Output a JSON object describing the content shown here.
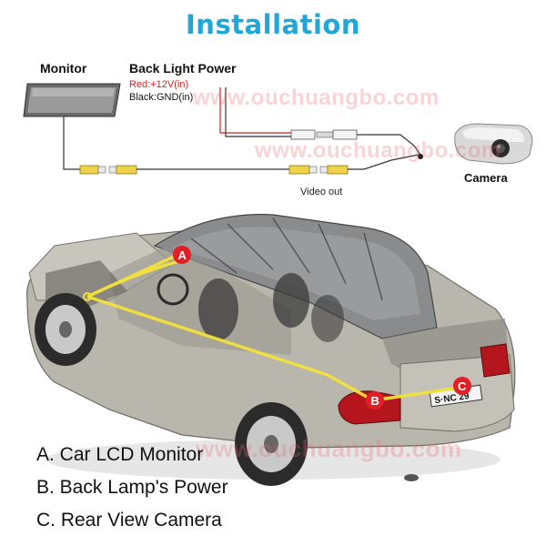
{
  "title": "Installation",
  "wiring": {
    "monitor_label": "Monitor",
    "power_label": "Back Light Power",
    "red_wire": "Red:+12V(in)",
    "black_wire": "Black:GND(in)",
    "camera_label": "Camera",
    "video_out": "Video out"
  },
  "watermarks": [
    "www.ouchuangbo.com",
    "www.ouchuangbo.com",
    "www.ouchuangbo.com"
  ],
  "car": {
    "badges": [
      "A",
      "B",
      "C"
    ],
    "plate_text": "S·NC 29"
  },
  "legend": [
    "A. Car LCD Monitor",
    "B. Back Lamp's Power",
    "C. Rear View Camera"
  ],
  "colors": {
    "title": "#21a6d8",
    "badge": "#e31e24",
    "route": "#f2e13a",
    "red_wire": "#d81f1f",
    "connector": "#f0d24a"
  }
}
